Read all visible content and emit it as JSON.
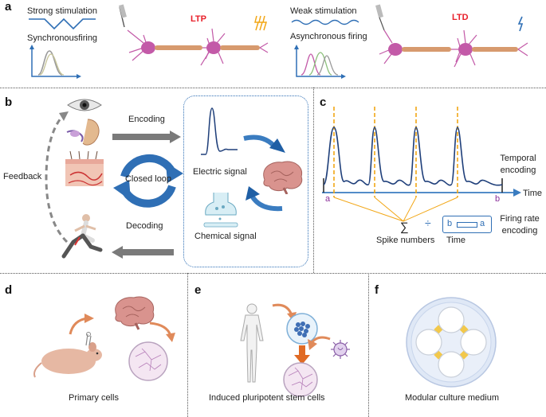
{
  "panel_a": {
    "letter": "a",
    "left": {
      "stimulation": "Strong stimulation",
      "firing": "Synchronousfiring",
      "plasticity": "LTP"
    },
    "right": {
      "stimulation": "Weak stimulation",
      "firing": "Asynchronous firing",
      "plasticity": "LTD"
    }
  },
  "panel_b": {
    "letter": "b",
    "encoding": "Encoding",
    "decoding": "Decoding",
    "feedback": "Feedback",
    "closed_loop": "Closed loop",
    "electric_signal": "Electric signal",
    "chemical_signal": "Chemical signal"
  },
  "panel_c": {
    "letter": "c",
    "temporal_encoding": "Temporal encoding",
    "time_axis": "Time",
    "point_a": "a",
    "point_b": "b",
    "sum_symbol": "∑",
    "spike_numbers": "Spike numbers",
    "divide_symbol": "÷",
    "interval_b": "b",
    "interval_a": "a",
    "time_label": "Time",
    "firing_rate_encoding": "Firing rate encoding"
  },
  "panel_d": {
    "letter": "d",
    "caption": "Primary cells"
  },
  "panel_e": {
    "letter": "e",
    "caption": "Induced pluripotent stem cells"
  },
  "panel_f": {
    "letter": "f",
    "caption": "Modular culture medium"
  },
  "colors": {
    "accent_blue": "#2f6fb5",
    "spike_orange": "#f2a615",
    "plasticity_red": "#e8202a",
    "neuron_pink": "#c35aa8",
    "arrow_gray": "#777777"
  }
}
